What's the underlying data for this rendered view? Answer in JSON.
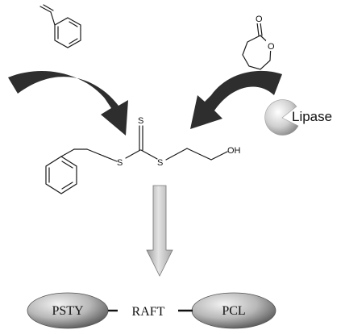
{
  "labels": {
    "lipase": "Lipase",
    "sulfur_thione": "S",
    "sulfur_left": "S",
    "sulfur_right": "S",
    "hydroxyl": "OH",
    "lactone_carbonyl_o": "O",
    "lactone_ring_o": "O"
  },
  "product": {
    "block_left": "PSTY",
    "linker": "RAFT",
    "block_right": "PCL"
  },
  "molecules": {
    "monomer_left_icon": "styrene-icon",
    "monomer_right_icon": "caprolactone-icon",
    "enzyme_icon": "lipase-pacman-icon",
    "raft_agent_icon": "trithiocarbonate-icon"
  },
  "colors": {
    "arrow_dark": "#2e2e2e",
    "arrow_grey": "#c8c8c8",
    "ellipse_light": "#e6e6e6",
    "ellipse_dark": "#6a6a6a"
  }
}
